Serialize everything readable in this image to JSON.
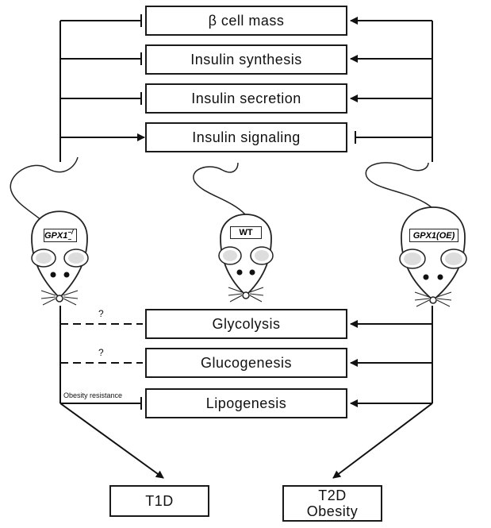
{
  "top_boxes": [
    {
      "label": "β cell mass"
    },
    {
      "label": "Insulin synthesis"
    },
    {
      "label": "Insulin secretion"
    },
    {
      "label": "Insulin signaling"
    }
  ],
  "mice": {
    "ko": {
      "label": "GPX1",
      "sup": "−/−"
    },
    "wt": {
      "label": "WT"
    },
    "oe": {
      "label": "GPX1(OE)"
    }
  },
  "bottom_boxes": [
    {
      "label": "Glycolysis",
      "left_note": "?"
    },
    {
      "label": "Glucogenesis",
      "left_note": "?"
    },
    {
      "label": "Lipogenesis",
      "left_note": "Obesity resistance"
    }
  ],
  "outcomes": {
    "t1d": {
      "label": "T1D"
    },
    "t2d": {
      "line1": "T2D",
      "line2": "Obesity"
    }
  }
}
